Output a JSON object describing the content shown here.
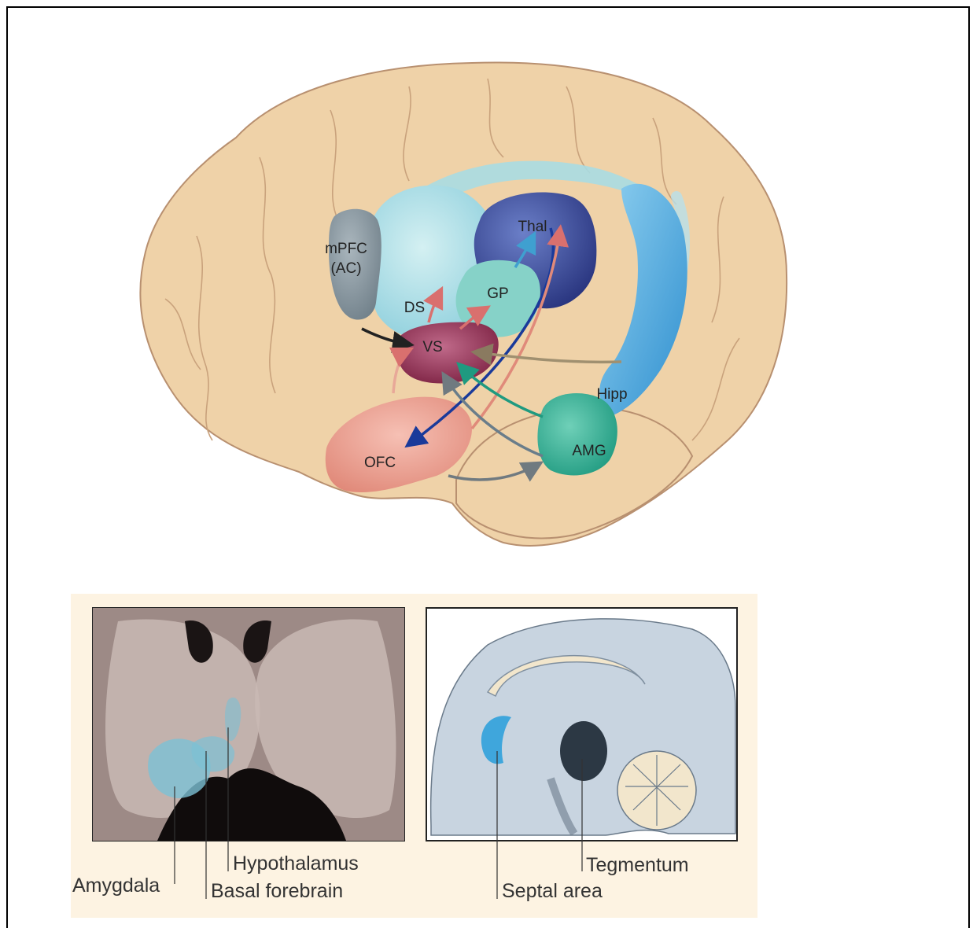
{
  "top_diagram": {
    "regions": {
      "mpfc_line1": "mPFC",
      "mpfc_line2": "(AC)",
      "ds": "DS",
      "gp": "GP",
      "thal": "Thal",
      "vs": "VS",
      "ofc": "OFC",
      "amg": "AMG",
      "hipp": "Hipp"
    },
    "colors": {
      "brain": "#efd2a8",
      "mpfc": "#8a9aa4",
      "striatum": "#a8dbe2",
      "thalamus": "#3e4f9c",
      "gp": "#86d2c8",
      "vs": "#8e2c50",
      "ofc": "#eea090",
      "amg": "#2fb49a",
      "hipp": "#4aa8dc"
    }
  },
  "bottom_left": {
    "labels": {
      "amygdala": "Amygdala",
      "basal_forebrain": "Basal forebrain",
      "hypothalamus": "Hypothalamus"
    }
  },
  "bottom_right": {
    "labels": {
      "septal_area": "Septal area",
      "tegmentum": "Tegmentum"
    }
  }
}
